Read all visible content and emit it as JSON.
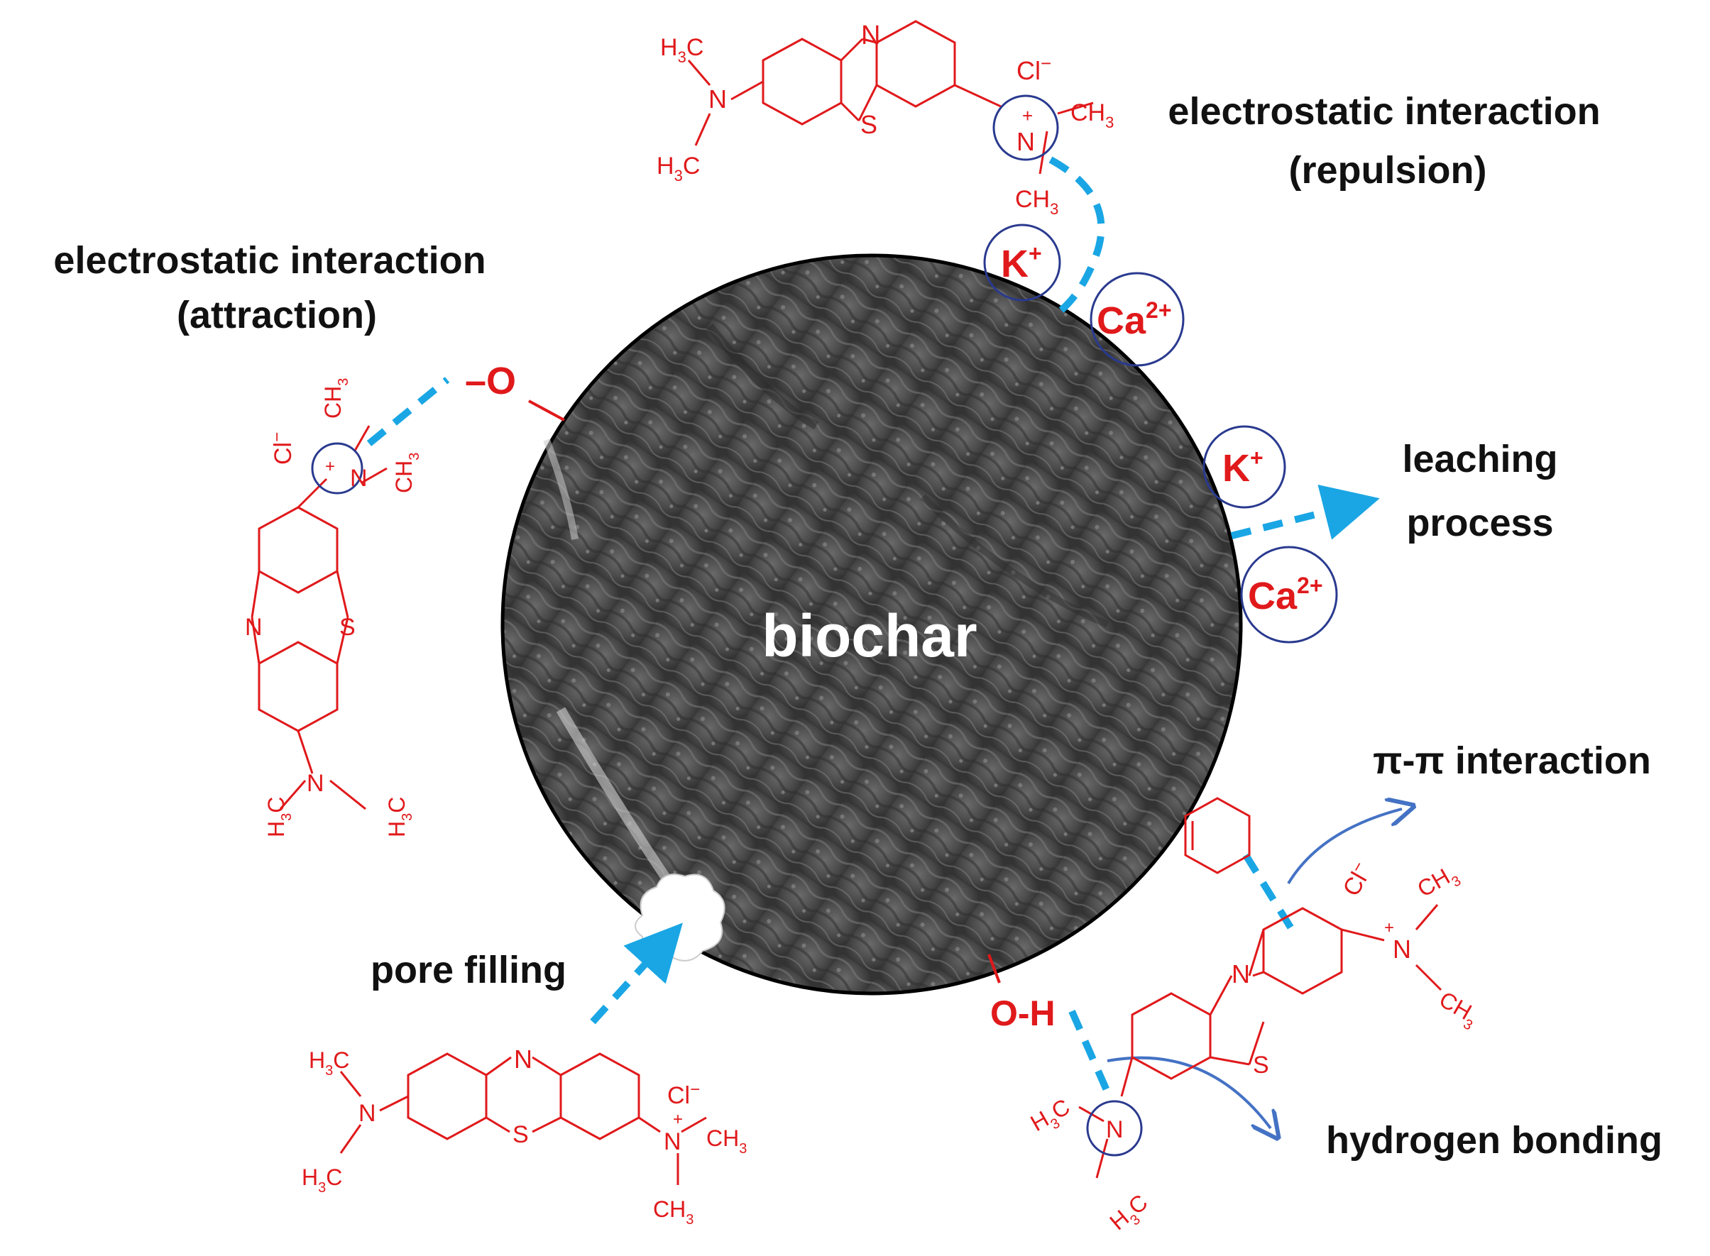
{
  "center_label": "biochar",
  "mechanisms": {
    "attraction": {
      "line1": "electrostatic interaction",
      "line2": "(attraction)"
    },
    "repulsion": {
      "line1": "electrostatic interaction",
      "line2": "(repulsion)"
    },
    "leaching": {
      "line1": "leaching",
      "line2": "process"
    },
    "pi_pi": "π-π interaction",
    "hydrogen_bonding": "hydrogen bonding",
    "pore_filling": "pore filling"
  },
  "surface_groups": {
    "oxide": "–O",
    "hydroxyl": "O-H"
  },
  "ions": {
    "potassium": "K",
    "potassium_charge": "+",
    "calcium": "Ca",
    "calcium_charge": "2+"
  },
  "molecule": {
    "n": "N",
    "s": "S",
    "chloride": "Cl",
    "minus": "−",
    "plus": "+",
    "h3c": "H",
    "c": "C",
    "ch": "CH",
    "three": "3"
  },
  "colors": {
    "accent": "#e0191b",
    "dash": "#1aa6e4",
    "ring": "#2a3a8f",
    "arrow": "#4472c4",
    "particle": "#4a4a4a"
  }
}
